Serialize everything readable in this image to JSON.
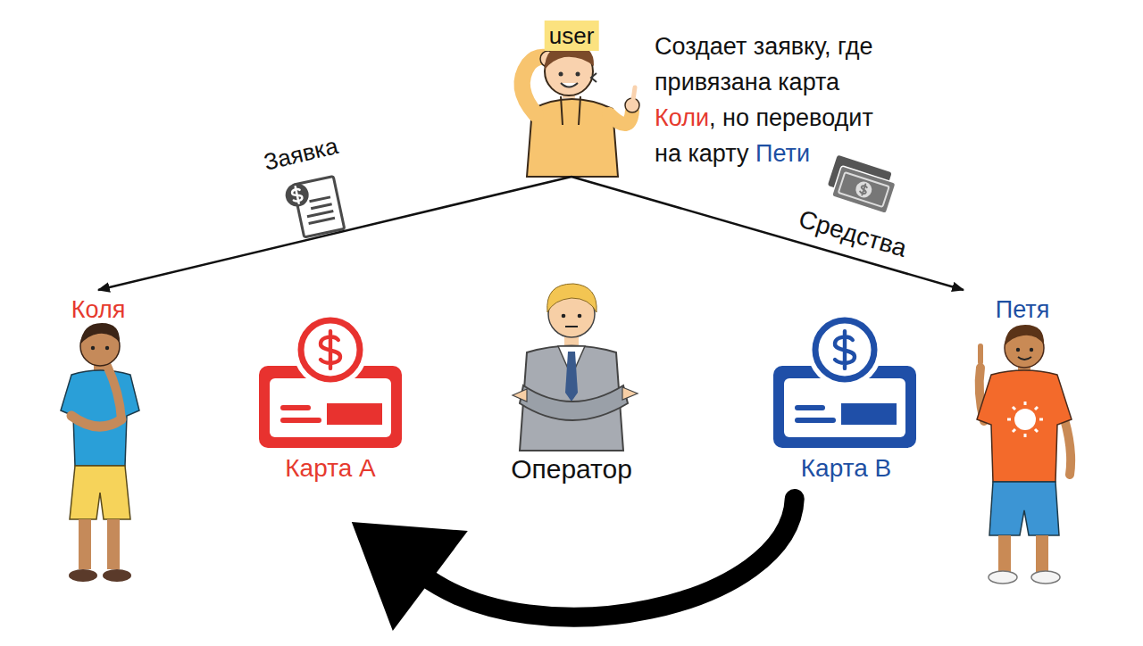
{
  "diagram": {
    "nodes": [
      {
        "text": [
          "user"
        ]
      },
      {
        "text": [
          "Коля"
        ]
      },
      {
        "text": [
          "Карта A"
        ]
      },
      {
        "text": [
          "Оператор"
        ]
      },
      {
        "text": [
          "Карта B"
        ]
      },
      {
        "text": [
          "Петя"
        ]
      }
    ],
    "edges": [
      {
        "from": 0,
        "to": 1,
        "arrow": "to",
        "label": "Заявка"
      },
      {
        "from": 0,
        "to": 5,
        "arrow": "to",
        "label": "Средства"
      },
      {
        "from": 4,
        "to": 2,
        "arrow": "to"
      }
    ],
    "labels": [
      "Создает заявку, где",
      "привязана карта",
      "Коли",
      ", но переводит",
      "на карту",
      "Пети"
    ]
  }
}
